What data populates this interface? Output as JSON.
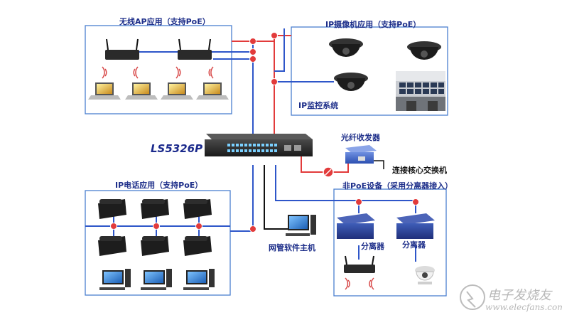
{
  "colors": {
    "frame": "#4a7fd0",
    "link_blue": "#2e56c9",
    "link_red": "#e23b3b",
    "label": "#1e2f8a"
  },
  "switch": {
    "model": "LS5326P"
  },
  "groups": {
    "wireless_ap": "无线AP应用（支持PoE）",
    "ip_camera": "IP摄像机应用（支持PoE）",
    "ip_monitor": "IP监控系统",
    "ip_phone": "IP电话应用（支持PoE）",
    "non_poe": "非PoE设备（采用分离器接入）"
  },
  "devices": {
    "fiber_transceiver": "光纤收发器",
    "core_switch": "连接核心交换机",
    "management_host": "网管软件主机",
    "splitter_1": "分离器",
    "splitter_2": "分离器"
  },
  "watermark": {
    "cn": "电子发烧友",
    "en": "www.elecfans.com"
  }
}
